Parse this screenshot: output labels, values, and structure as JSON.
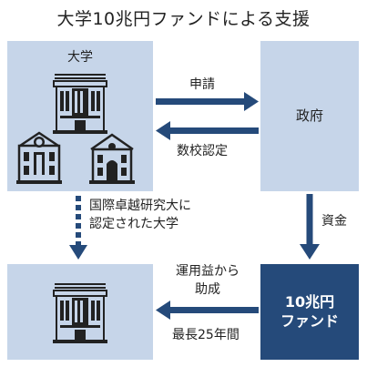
{
  "title": "大学10兆円ファンドによる支援",
  "nodes": {
    "university": "大学",
    "government": "政府",
    "fund_line1": "10兆円",
    "fund_line2": "ファンド"
  },
  "edges": {
    "apply": "申請",
    "limited": "数校認定",
    "funds": "資金",
    "certified_line1": "国際卓越研究大に",
    "certified_line2": "認定された大学",
    "support_line1": "運用益から",
    "support_line2": "助成",
    "duration": "最長25年間"
  },
  "icons": [
    "university-building-icon",
    "clock-tower-school-icon",
    "school-building-icon",
    "certified-university-building-icon"
  ],
  "colors": {
    "light_box": "#c6d5e9",
    "dark_box": "#254a7a",
    "arrow": "#254a7a"
  }
}
